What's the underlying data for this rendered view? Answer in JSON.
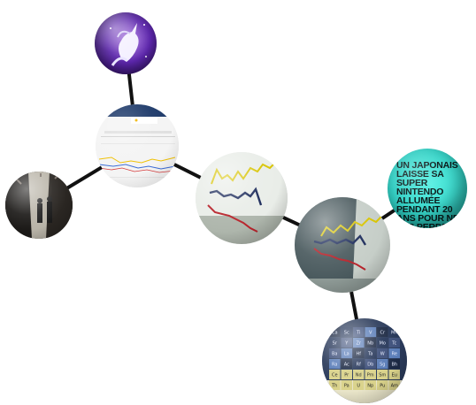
{
  "graph": {
    "nodes": [
      {
        "id": "unicorn",
        "type": "image"
      },
      {
        "id": "search-chart",
        "type": "chart-thumb"
      },
      {
        "id": "street",
        "type": "image"
      },
      {
        "id": "line-chart-1",
        "type": "chart-thumb"
      },
      {
        "id": "line-chart-2",
        "type": "chart-thumb"
      },
      {
        "id": "news",
        "type": "headline",
        "headline": "UN JAPONAIS LAISSE SA SUPER NINTENDO ALLUMÉE PENDANT 20 ANS POUR NE PAS PERDRE SA SAUVEGARDE"
      },
      {
        "id": "periodic",
        "type": "image"
      }
    ],
    "edges": [
      [
        "unicorn",
        "search-chart"
      ],
      [
        "search-chart",
        "street"
      ],
      [
        "search-chart",
        "line-chart-1"
      ],
      [
        "line-chart-1",
        "line-chart-2"
      ],
      [
        "line-chart-2",
        "news"
      ],
      [
        "line-chart-2",
        "periodic"
      ]
    ]
  },
  "periodic_table": {
    "symbols": [
      "Ca",
      "Sc",
      "Ti",
      "V",
      "Cr",
      "Mn",
      "Sr",
      "Y",
      "Zr",
      "Nb",
      "Mo",
      "Tc",
      "Ba",
      "La",
      "Hf",
      "Ta",
      "W",
      "Re",
      "Ra",
      "Ac",
      "Rf",
      "Db",
      "Sg",
      "Bh",
      "Ce",
      "Pr",
      "Nd",
      "Pm",
      "Sm",
      "Eu",
      "Th",
      "Pa",
      "U",
      "Np",
      "Pu",
      "Am"
    ]
  },
  "colors": {
    "edge": "#111111",
    "line_yellow": "#d8c400",
    "line_navy": "#1b2a5a",
    "line_red": "#b8232b",
    "news_bg": "#2fd1c5",
    "unicorn_bg": "#3a1670"
  }
}
